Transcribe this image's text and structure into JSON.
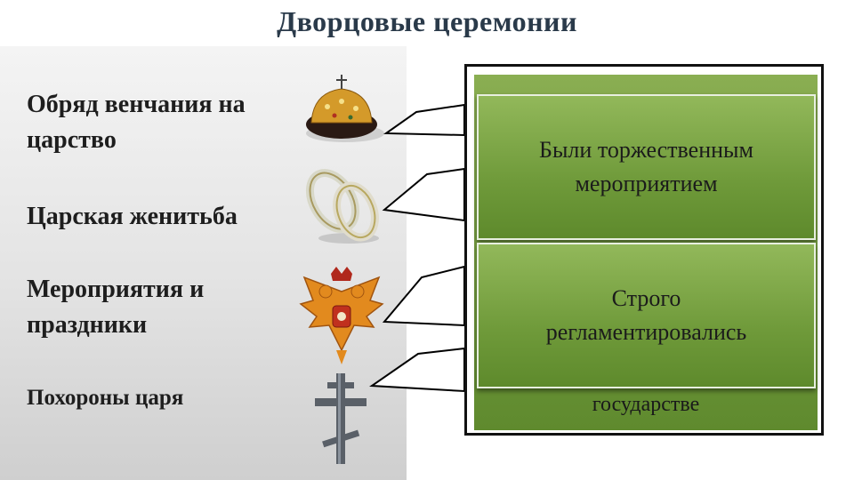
{
  "title": "Дворцовые церемонии",
  "items": [
    {
      "label_line1": "Обряд венчания на",
      "label_line2": "царство",
      "icon": "crown-icon"
    },
    {
      "label_line1": "Царская женитьба",
      "icon": "wedding-rings-icon"
    },
    {
      "label_line1": "Мероприятия и",
      "label_line2": "праздники",
      "icon": "double-headed-eagle-icon"
    },
    {
      "label_line1": "Похороны царя",
      "icon": "orthodox-cross-icon"
    }
  ],
  "cards": [
    {
      "line1": "Были торжественным",
      "line2": "мероприятием"
    },
    {
      "line1": "Строго",
      "line2": "регламентировались"
    }
  ],
  "partial_text": "государстве",
  "colors": {
    "card_green": "#6f9a3a",
    "title": "#2a3a4a",
    "panel_gray": "#e3e3e3"
  }
}
